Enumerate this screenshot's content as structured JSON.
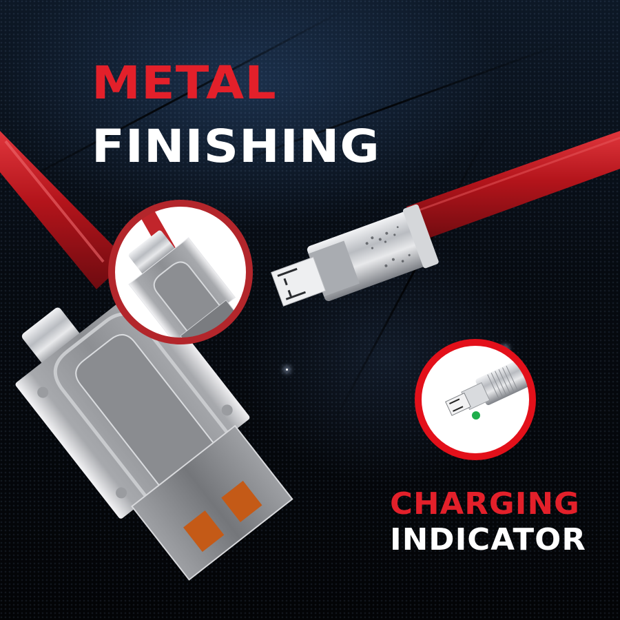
{
  "headline": {
    "line1": "METAL",
    "line2": "FINISHING"
  },
  "feature": {
    "line1": "CHARGING",
    "line2": "INDICATOR"
  },
  "callouts": [
    {
      "name": "usb-a-closeup",
      "ring_color": "#b3262b"
    },
    {
      "name": "micro-usb-led-closeup",
      "ring_color": "#e3101a",
      "led_color": "#1fae4b"
    }
  ],
  "colors": {
    "accent_red": "#e3202a",
    "cable_red": "#b3141b",
    "contact_orange": "#c45a17",
    "background": "#05070b",
    "text_white": "#ffffff"
  }
}
